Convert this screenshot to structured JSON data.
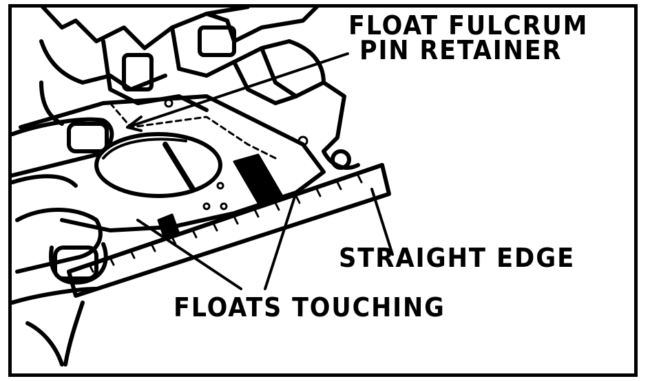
{
  "labels": {
    "float_fulcrum_line1": "FLOAT FULCRUM",
    "float_fulcrum_line2": "PIN RETAINER",
    "straight_edge": "STRAIGHT EDGE",
    "floats_touching": "FLOATS TOUCHING"
  },
  "colors": {
    "ink": "#000000",
    "paper": "#ffffff"
  }
}
